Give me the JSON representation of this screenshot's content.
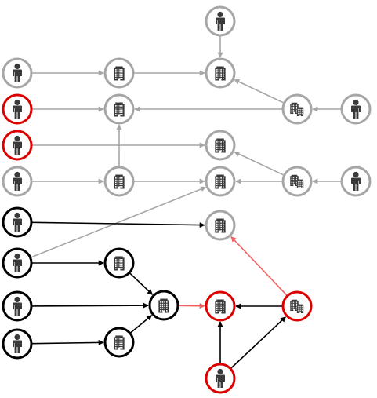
{
  "palette": {
    "gray": "#a6a6a6",
    "black": "#000000",
    "red": "#dd0000",
    "light_red": "#f06060",
    "icon_fill": "#3a3a3a",
    "icon_fill_light": "#8c8c8c",
    "background": "#ffffff"
  },
  "legend": {
    "person": "person-icon",
    "building": "building-icon",
    "buildings": "buildings-icon"
  },
  "diagram": {
    "nodes": [
      {
        "id": "p_top",
        "type": "person",
        "stroke": "gray"
      },
      {
        "id": "p_r1_left",
        "type": "person",
        "stroke": "gray"
      },
      {
        "id": "b_r1_mid",
        "type": "building",
        "stroke": "gray"
      },
      {
        "id": "b_r1_right",
        "type": "building",
        "stroke": "gray"
      },
      {
        "id": "p_r2_left",
        "type": "person",
        "stroke": "red"
      },
      {
        "id": "b_r2_mid",
        "type": "building",
        "stroke": "gray"
      },
      {
        "id": "m_r2",
        "type": "buildings",
        "stroke": "gray"
      },
      {
        "id": "p_r2_right",
        "type": "person",
        "stroke": "gray"
      },
      {
        "id": "p_r3_left",
        "type": "person",
        "stroke": "red"
      },
      {
        "id": "b_r3_right",
        "type": "building",
        "stroke": "gray"
      },
      {
        "id": "p_r4_left",
        "type": "person",
        "stroke": "gray"
      },
      {
        "id": "b_r4_mid",
        "type": "building",
        "stroke": "gray"
      },
      {
        "id": "b_r4_right",
        "type": "building",
        "stroke": "gray"
      },
      {
        "id": "m_r4",
        "type": "buildings",
        "stroke": "gray"
      },
      {
        "id": "p_r4_right",
        "type": "person",
        "stroke": "gray"
      },
      {
        "id": "p_r5_left",
        "type": "person",
        "stroke": "black"
      },
      {
        "id": "b_r5_right",
        "type": "building",
        "stroke": "gray"
      },
      {
        "id": "p_r6_left",
        "type": "person",
        "stroke": "black"
      },
      {
        "id": "b_r6_mid",
        "type": "building",
        "stroke": "black"
      },
      {
        "id": "p_r7_left",
        "type": "person",
        "stroke": "black"
      },
      {
        "id": "b_hub",
        "type": "building",
        "stroke": "black"
      },
      {
        "id": "b_red",
        "type": "building",
        "stroke": "red"
      },
      {
        "id": "m_red",
        "type": "buildings",
        "stroke": "red"
      },
      {
        "id": "p_r8_left",
        "type": "person",
        "stroke": "black"
      },
      {
        "id": "b_r8_mid",
        "type": "building",
        "stroke": "black"
      },
      {
        "id": "p_bottom",
        "type": "person",
        "stroke": "red"
      }
    ],
    "edges": [
      {
        "from": "p_top",
        "to": "b_r1_right",
        "color": "gray"
      },
      {
        "from": "p_r1_left",
        "to": "b_r1_mid",
        "color": "gray"
      },
      {
        "from": "b_r1_mid",
        "to": "b_r1_right",
        "color": "gray"
      },
      {
        "from": "m_r2",
        "to": "b_r1_right",
        "color": "gray"
      },
      {
        "from": "m_r2",
        "to": "b_r2_mid",
        "color": "gray"
      },
      {
        "from": "p_r2_right",
        "to": "m_r2",
        "color": "gray"
      },
      {
        "from": "p_r2_left",
        "to": "b_r2_mid",
        "color": "gray"
      },
      {
        "from": "b_r4_mid",
        "to": "b_r2_mid",
        "color": "gray"
      },
      {
        "from": "p_r3_left",
        "to": "b_r3_right",
        "color": "gray"
      },
      {
        "from": "m_r4",
        "to": "b_r3_right",
        "color": "gray"
      },
      {
        "from": "p_r4_left",
        "to": "b_r4_mid",
        "color": "gray"
      },
      {
        "from": "b_r4_mid",
        "to": "b_r4_right",
        "color": "gray"
      },
      {
        "from": "m_r4",
        "to": "b_r4_right",
        "color": "gray"
      },
      {
        "from": "p_r4_right",
        "to": "m_r4",
        "color": "gray"
      },
      {
        "from": "p_r6_left",
        "to": "b_r4_right",
        "color": "gray"
      },
      {
        "from": "p_r5_left",
        "to": "b_r5_right",
        "color": "black"
      },
      {
        "from": "m_red",
        "to": "b_r5_right",
        "color": "light_red"
      },
      {
        "from": "p_r6_left",
        "to": "b_r6_mid",
        "color": "black"
      },
      {
        "from": "b_r6_mid",
        "to": "b_hub",
        "color": "black"
      },
      {
        "from": "p_r7_left",
        "to": "b_hub",
        "color": "black"
      },
      {
        "from": "b_r8_mid",
        "to": "b_hub",
        "color": "black"
      },
      {
        "from": "p_r8_left",
        "to": "b_r8_mid",
        "color": "black"
      },
      {
        "from": "b_hub",
        "to": "b_red",
        "color": "light_red"
      },
      {
        "from": "m_red",
        "to": "b_red",
        "color": "black"
      },
      {
        "from": "p_bottom",
        "to": "b_red",
        "color": "black"
      },
      {
        "from": "p_bottom",
        "to": "m_red",
        "color": "black"
      }
    ]
  }
}
